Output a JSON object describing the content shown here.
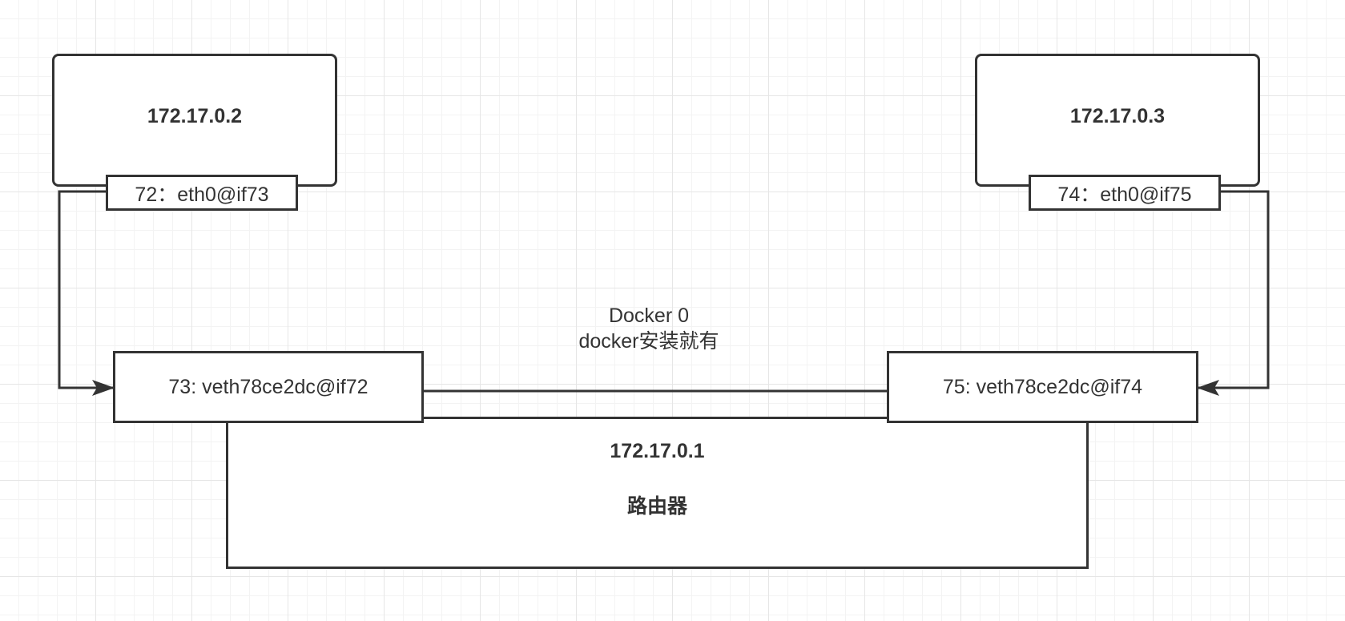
{
  "containers": [
    {
      "ip": "172.17.0.2",
      "interface": "72：eth0@if73"
    },
    {
      "ip": "172.17.0.3",
      "interface": "74：eth0@if75"
    }
  ],
  "veth_pairs": [
    {
      "label": "73: veth78ce2dc@if72"
    },
    {
      "label": "75: veth78ce2dc@if74"
    }
  ],
  "bridge": {
    "name": "Docker 0",
    "note": "docker安装就有"
  },
  "router": {
    "ip": "172.17.0.1",
    "name": "路由器"
  },
  "colors": {
    "stroke": "#333333",
    "text": "#333333",
    "grid": "#e6e6e6",
    "background": "#ffffff"
  }
}
